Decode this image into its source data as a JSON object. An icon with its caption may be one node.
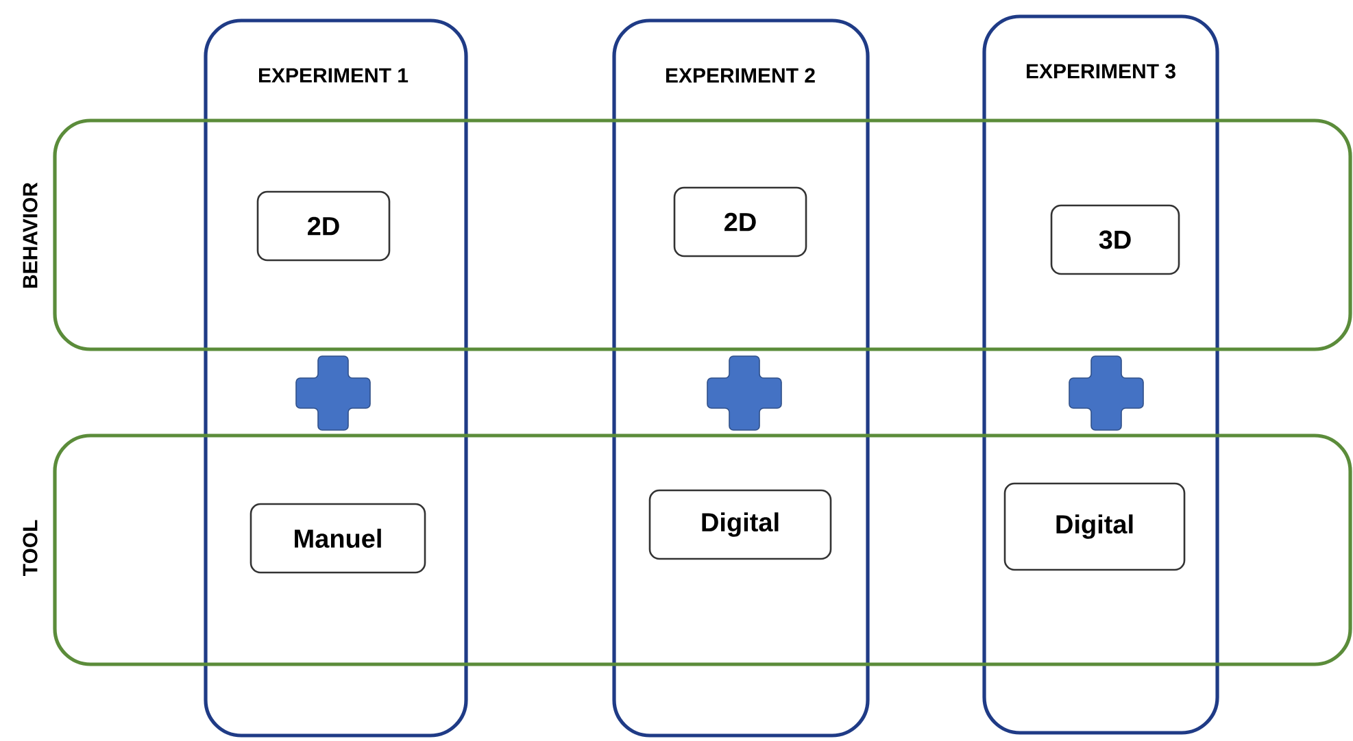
{
  "diagram": {
    "nodes": [
      {
        "text": [
          "EXPERIMENT 1"
        ]
      },
      {
        "text": [
          "EXPERIMENT 2"
        ]
      },
      {
        "text": [
          "EXPERIMENT 3"
        ]
      },
      {
        "text": [
          "BEHAVIOR"
        ]
      },
      {
        "text": [
          "TOOL"
        ]
      },
      {
        "text": [
          "2D"
        ]
      },
      {
        "text": [
          "2D"
        ]
      },
      {
        "text": [
          "3D"
        ]
      },
      {
        "text": [
          "Manuel"
        ]
      },
      {
        "text": [
          "Digital"
        ]
      },
      {
        "text": [
          "Digital"
        ]
      }
    ]
  }
}
